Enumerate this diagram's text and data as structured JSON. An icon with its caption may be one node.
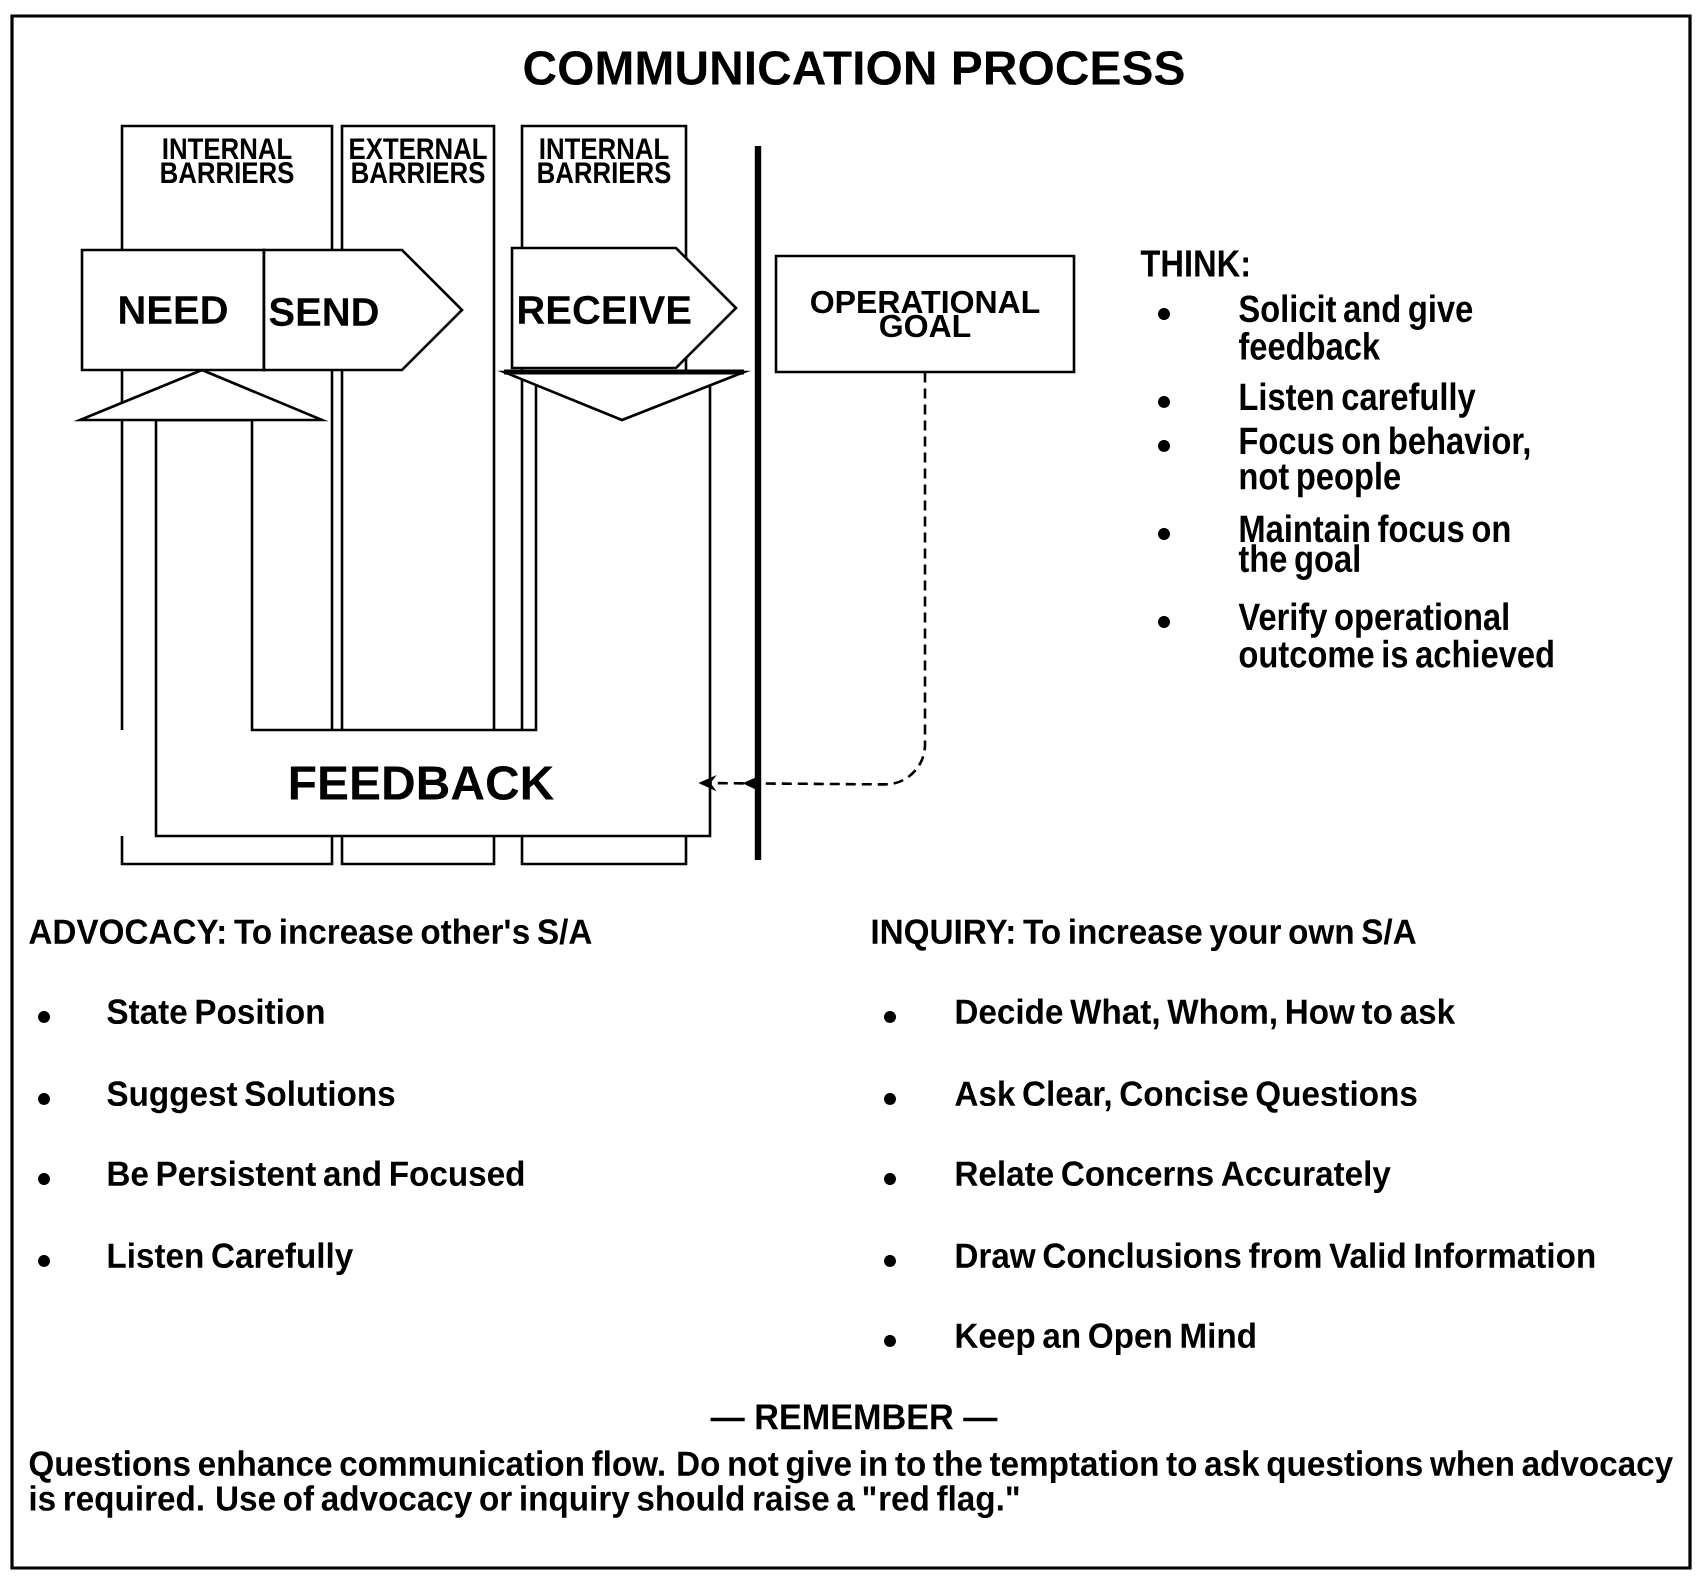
{
  "diagram": {
    "title": "COMMUNICATION PROCESS",
    "nodes": [
      {
        "text": [
          "INTERNAL BARRIERS"
        ]
      },
      {
        "text": [
          "EXTERNAL BARRIERS"
        ]
      },
      {
        "text": [
          "INTERNAL BARRIERS"
        ]
      },
      {
        "text": [
          "NEED"
        ]
      },
      {
        "text": [
          "SEND"
        ]
      },
      {
        "text": [
          "RECEIVE"
        ]
      },
      {
        "text": [
          "OPERATIONAL GOAL"
        ]
      },
      {
        "text": [
          "FEEDBACK"
        ]
      }
    ],
    "edges": [
      {
        "from": 6,
        "to": 7,
        "arrow": "to",
        "style": "dashed"
      }
    ],
    "labels": [
      "THINK:",
      "Solicit and give feedback",
      "Listen carefully",
      "Focus on behavior, not people",
      "Maintain focus on the goal",
      "Verify operational outcome is achieved",
      "ADVOCACY: To increase other's S/A",
      "State Position",
      "Suggest Solutions",
      "Be Persistent and Focused",
      "Listen Carefully",
      "INQUIRY: To increase your own S/A",
      "Decide What, Whom, How to ask",
      "Ask Clear, Concise Questions",
      "Relate Concerns Accurately",
      "Draw Conclusions from Valid Information",
      "Keep an Open Mind",
      "— REMEMBER —",
      "Questions enhance communication flow. Do not give in to the temptation to ask questions when advocacy is required. Use of advocacy or inquiry should raise a \"red flag.\""
    ]
  }
}
